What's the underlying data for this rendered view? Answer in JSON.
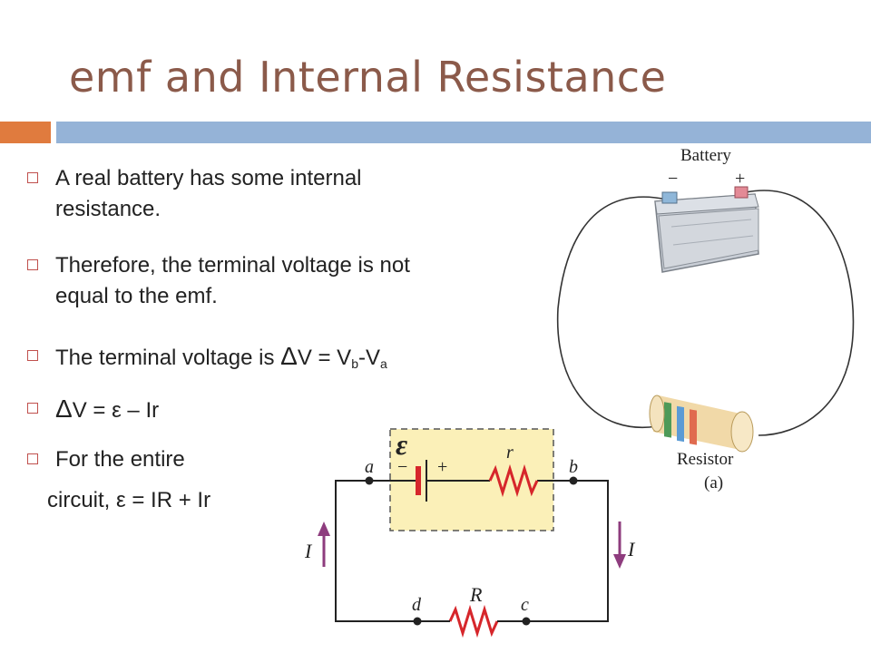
{
  "slide": {
    "title": "emf and Internal Resistance",
    "colors": {
      "title": "#8B5A4A",
      "accent_orange": "#E07B3E",
      "accent_blue": "#95B3D7",
      "bullet_box": "#C0504D",
      "circuit_box_fill": "#FBF0B8",
      "current_arrow": "#8E3C7E",
      "resistor": "#D6262B"
    },
    "bullets": [
      {
        "line1": "A real battery has some internal",
        "line2": "resistance."
      },
      {
        "line1": "Therefore, the terminal voltage is not",
        "line2": "equal to the emf."
      },
      {
        "lead": "The terminal voltage is ",
        "delta": "Δ",
        "v": "V = V",
        "sub_b": "b",
        "dash": "-V",
        "sub_a": "a"
      },
      {
        "delta": "Δ",
        "rest": "V = ε – Ir"
      },
      {
        "line1": "For the entire"
      }
    ],
    "continuation": "circuit, ε = IR + Ir"
  },
  "battery_figure": {
    "title": "Battery",
    "minus": "−",
    "plus": "+",
    "resistor_label": "Resistor",
    "panel": "(a)"
  },
  "circuit_figure": {
    "emf_symbol": "ε",
    "r_label": "r",
    "R_label": "R",
    "node_a": "a",
    "node_b": "b",
    "node_c": "c",
    "node_d": "d",
    "minus": "−",
    "plus": "+",
    "current_left": "I",
    "current_right": "I"
  }
}
